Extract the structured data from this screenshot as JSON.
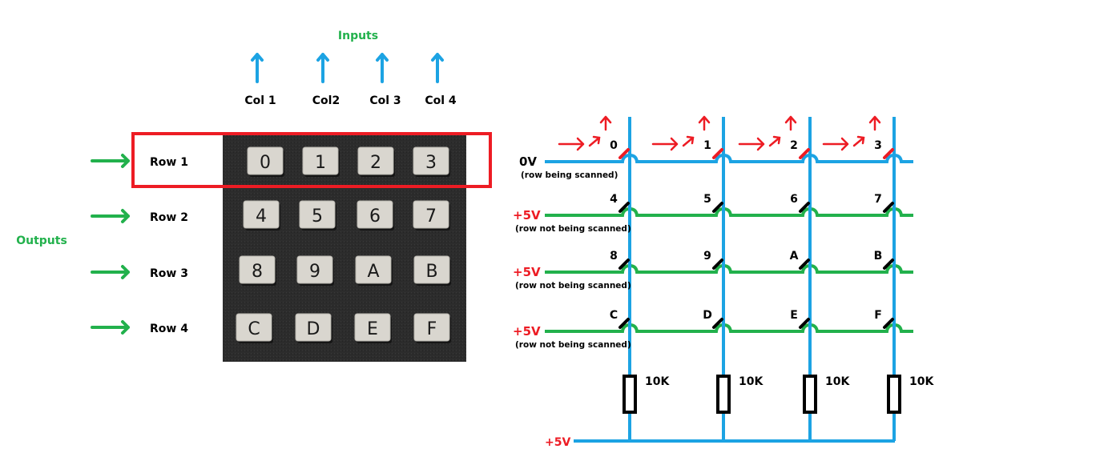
{
  "colors": {
    "blue": "#1ca3e3",
    "green": "#22b14c",
    "red": "#ed1c24",
    "black": "#000000",
    "keypad_bg": "#2b2b2b",
    "key_face": "#d9d6cf"
  },
  "keypad": {
    "inputs_label": "Inputs",
    "outputs_label": "Outputs",
    "columns": [
      "Col 1",
      "Col2",
      "Col 3",
      "Col 4"
    ],
    "rows": [
      "Row 1",
      "Row 2",
      "Row 3",
      "Row 4"
    ],
    "highlighted_row": "Row 1",
    "keys": [
      [
        "0",
        "1",
        "2",
        "3"
      ],
      [
        "4",
        "5",
        "6",
        "7"
      ],
      [
        "8",
        "9",
        "A",
        "B"
      ],
      [
        "C",
        "D",
        "E",
        "F"
      ]
    ]
  },
  "schematic": {
    "rows": [
      {
        "voltage": "0V",
        "note": "(row being scanned)",
        "scanned": true,
        "keys": [
          "0",
          "1",
          "2",
          "3"
        ]
      },
      {
        "voltage": "+5V",
        "note": "(row not being scanned)",
        "scanned": false,
        "keys": [
          "4",
          "5",
          "6",
          "7"
        ]
      },
      {
        "voltage": "+5V",
        "note": "(row not being scanned)",
        "scanned": false,
        "keys": [
          "8",
          "9",
          "A",
          "B"
        ]
      },
      {
        "voltage": "+5V",
        "note": "(row not being scanned)",
        "scanned": false,
        "keys": [
          "C",
          "D",
          "E",
          "F"
        ]
      }
    ],
    "resistors": [
      "10K",
      "10K",
      "10K",
      "10K"
    ],
    "supply_label": "+5V"
  }
}
